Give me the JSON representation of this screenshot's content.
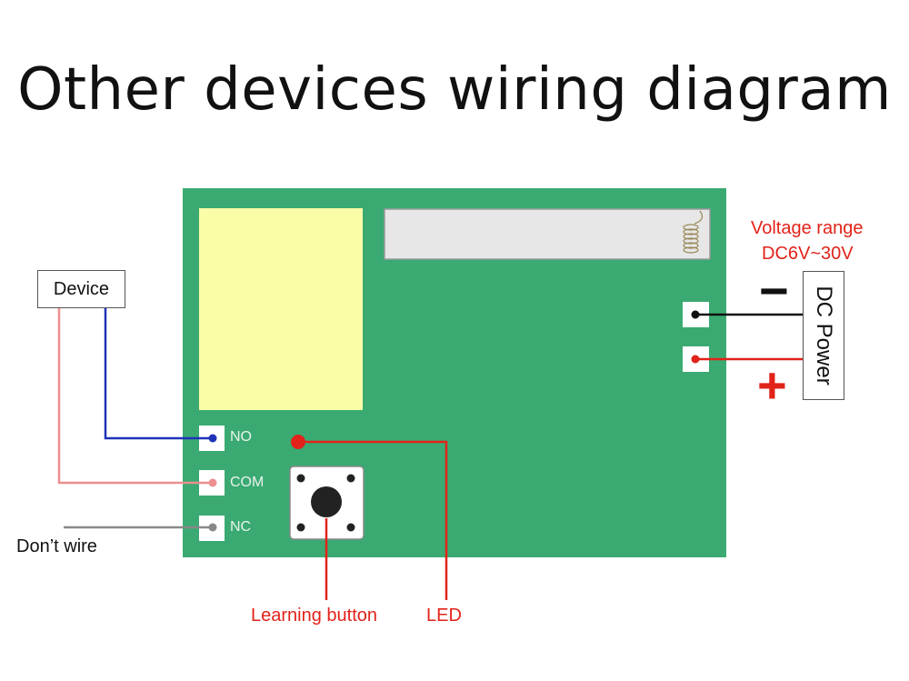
{
  "title": "Other devices wiring diagram",
  "device_label": "Device",
  "dc_power_label": "DC Power",
  "voltage_range_line1": "Voltage range",
  "voltage_range_line2": "DC6V~30V",
  "minus_sign": "−",
  "plus_sign": "+",
  "terminals": [
    "NO",
    "COM",
    "NC"
  ],
  "dont_wire_label": "Don’t wire",
  "learning_button_label": "Learning button",
  "led_label": "LED",
  "colors": {
    "board": "#3aaa72",
    "relay": "#fafca8",
    "red": "#e2231a",
    "blue": "#1f33b8",
    "pink": "#ec8f8f",
    "grey": "#888888"
  }
}
